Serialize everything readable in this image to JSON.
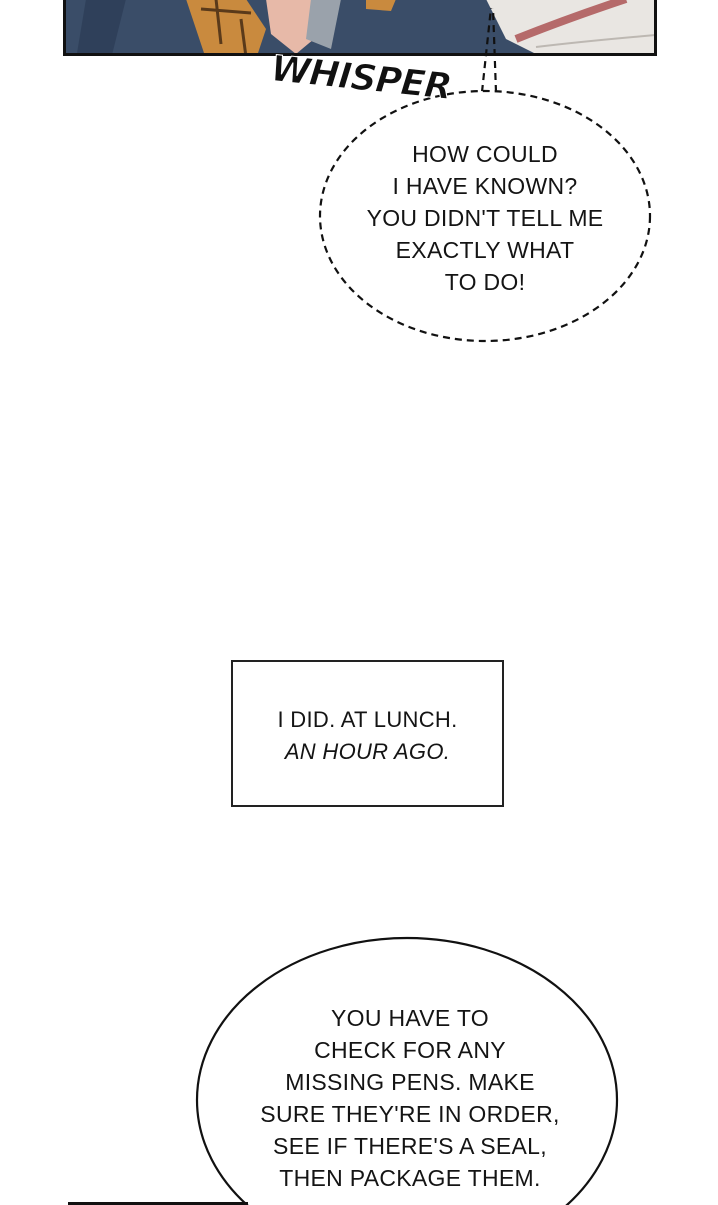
{
  "sound_effect": {
    "text": "WHISPER"
  },
  "whisper_bubble": {
    "lines": [
      "HOW COULD",
      "I HAVE KNOWN?",
      "YOU DIDN'T TELL ME",
      "EXACTLY WHAT",
      "TO DO!"
    ]
  },
  "narration_box": {
    "lines": [
      "I DID. AT LUNCH.",
      "AN HOUR AGO."
    ]
  },
  "speech_bubble": {
    "lines": [
      "YOU HAVE TO",
      "CHECK FOR ANY",
      "MISSING PENS. MAKE",
      "SURE THEY'RE IN ORDER,",
      "SEE IF THERE'S A SEAL,",
      "THEN PACKAGE THEM."
    ]
  },
  "colors": {
    "panel_bg": "#3c4f6a",
    "sfx_fill": "#111111",
    "box_border": "#222222"
  }
}
